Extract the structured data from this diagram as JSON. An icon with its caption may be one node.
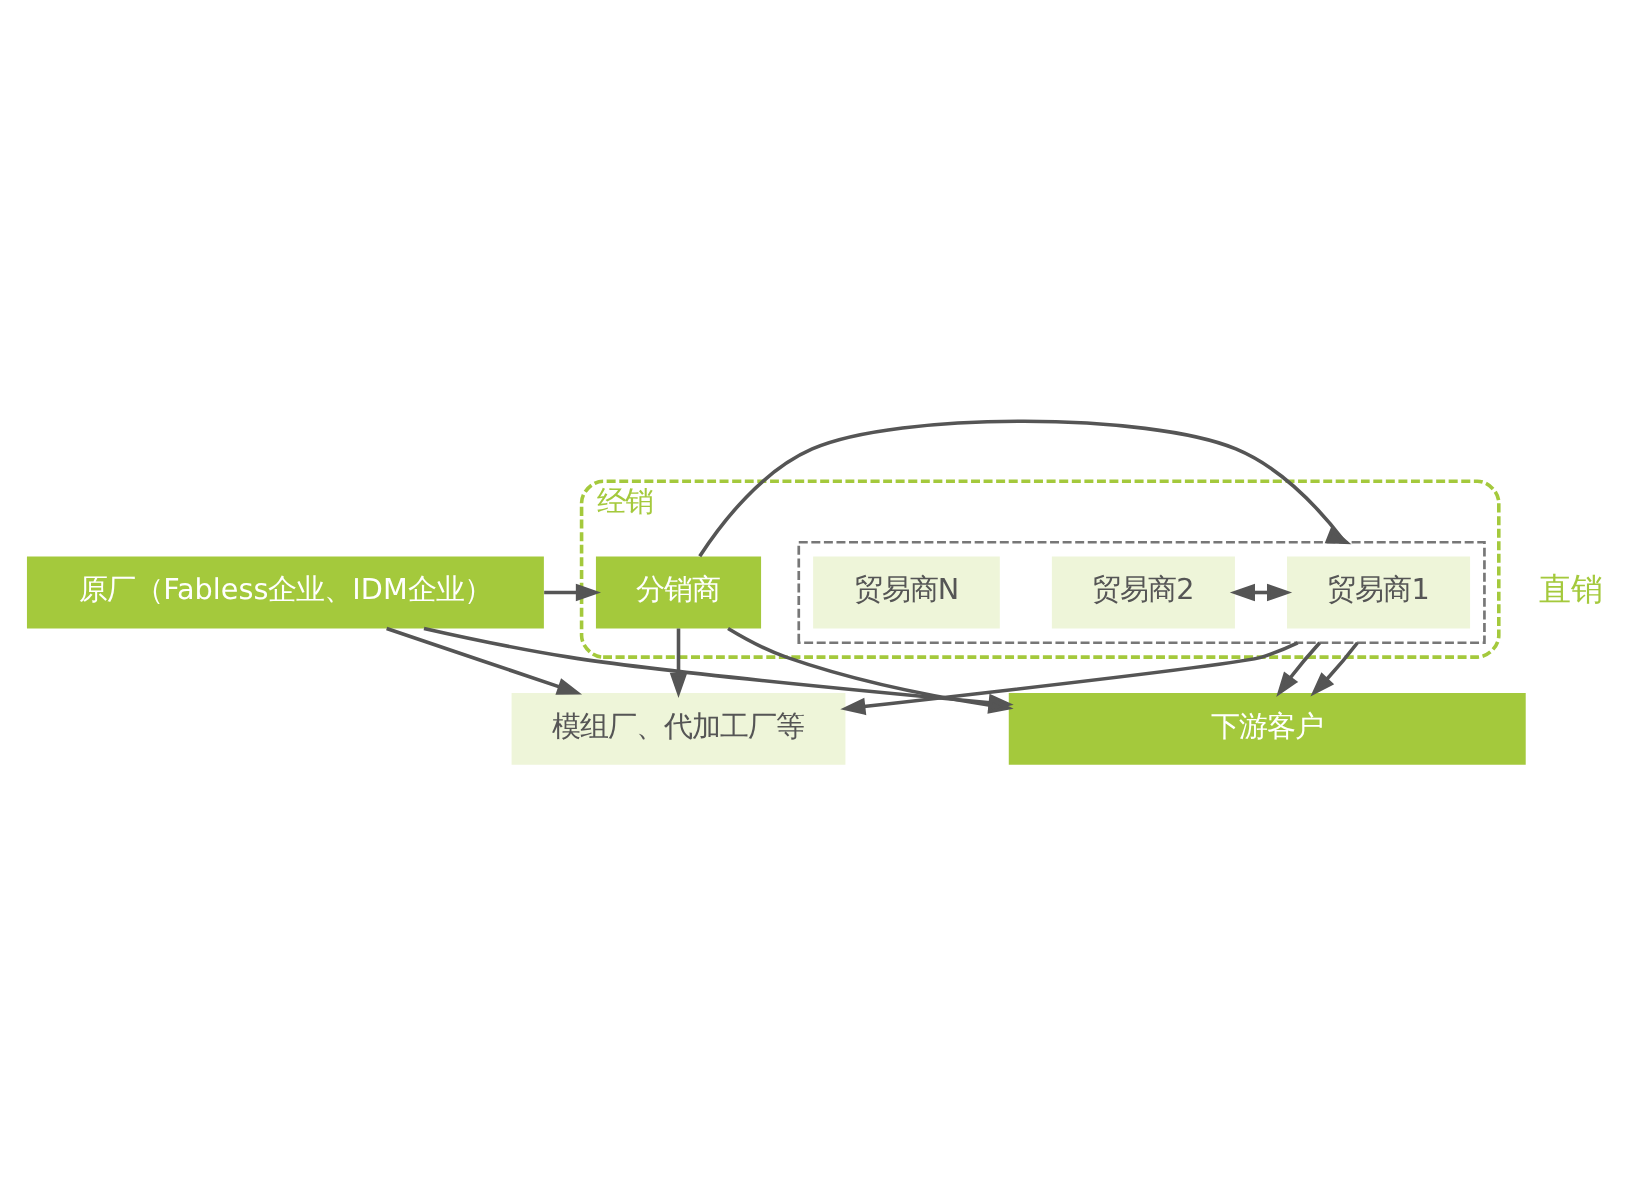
{
  "diagram": {
    "nodes": [
      {
        "text": [
          "原厂（Fabless企业、IDM企业）"
        ]
      },
      {
        "text": [
          "经销"
        ]
      },
      {
        "text": [
          "分销商"
        ],
        "in": 1
      },
      {
        "text": [],
        "shape": "box",
        "in": 1
      },
      {
        "text": [
          "贸易商1"
        ],
        "in": 3
      },
      {
        "text": [
          "贸易商2"
        ],
        "in": 3
      },
      {
        "text": [
          "贸易商N"
        ],
        "in": 3
      },
      {
        "text": [
          "模组厂、代加工厂等"
        ]
      },
      {
        "text": [
          "下游客户"
        ]
      }
    ],
    "edges": [
      {
        "from": 0,
        "to": 2,
        "arrow": "to"
      },
      {
        "from": 2,
        "to": 3,
        "arrow": "to"
      },
      {
        "from": 4,
        "to": 5,
        "arrow": "both"
      },
      {
        "from": 3,
        "to": 7,
        "arrow": "to"
      },
      {
        "from": 2,
        "to": 7,
        "arrow": "to"
      },
      {
        "from": 0,
        "to": 7,
        "arrow": "to"
      },
      {
        "from": 2,
        "to": 8,
        "arrow": "to"
      },
      {
        "from": 0,
        "to": 8,
        "arrow": "to"
      },
      {
        "from": 3,
        "to": 8,
        "arrow": "to"
      },
      {
        "from": 3,
        "to": 8,
        "arrow": "to"
      }
    ],
    "labels": [
      "直销"
    ]
  }
}
